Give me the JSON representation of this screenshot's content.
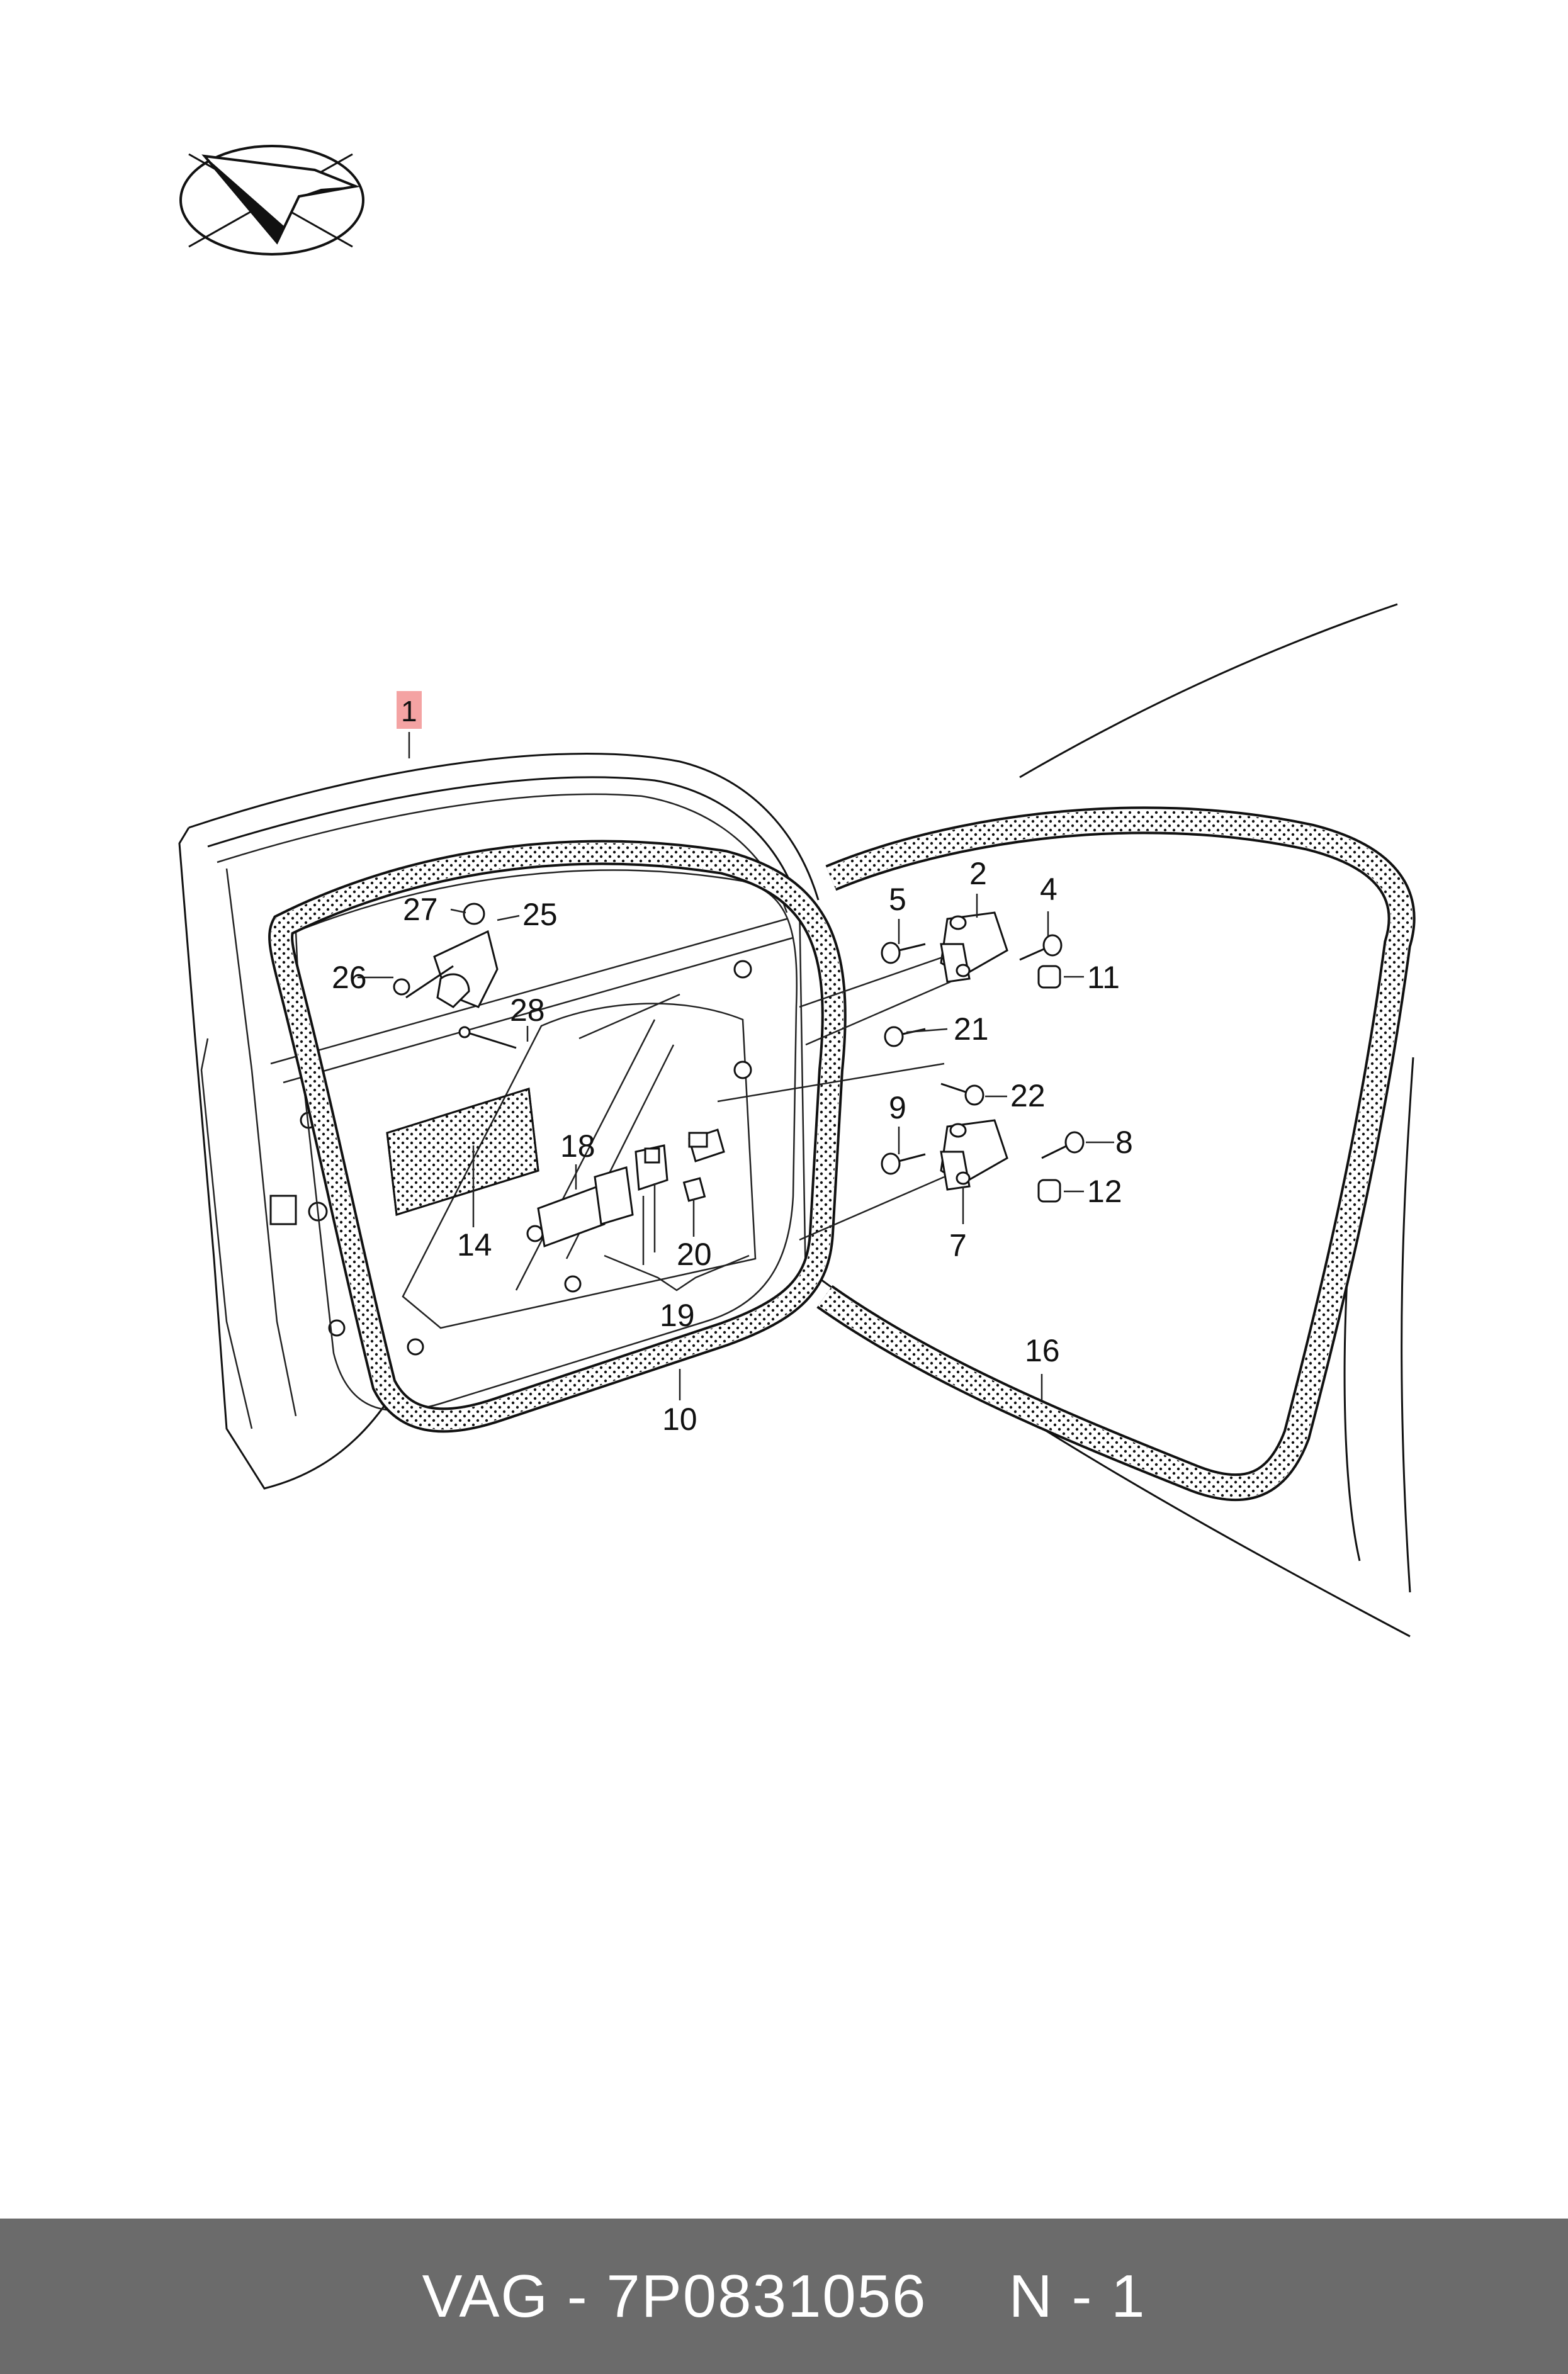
{
  "footer": {
    "brand_part": "VAG - 7P0831056",
    "page": "N - 1"
  },
  "logo": {
    "icon": "compass-arrow-logo-icon"
  },
  "highlight_color": "#f4a3a3",
  "callouts": [
    {
      "id": "1",
      "text": "1",
      "highlight": true
    },
    {
      "id": "2",
      "text": "2"
    },
    {
      "id": "4",
      "text": "4"
    },
    {
      "id": "5",
      "text": "5"
    },
    {
      "id": "7",
      "text": "7"
    },
    {
      "id": "8",
      "text": "8"
    },
    {
      "id": "9",
      "text": "9"
    },
    {
      "id": "10",
      "text": "10"
    },
    {
      "id": "11",
      "text": "11"
    },
    {
      "id": "12",
      "text": "12"
    },
    {
      "id": "14",
      "text": "14"
    },
    {
      "id": "16",
      "text": "16"
    },
    {
      "id": "18",
      "text": "18"
    },
    {
      "id": "19",
      "text": "19"
    },
    {
      "id": "20",
      "text": "20"
    },
    {
      "id": "21",
      "text": "21"
    },
    {
      "id": "22",
      "text": "22"
    },
    {
      "id": "25",
      "text": "25"
    },
    {
      "id": "26",
      "text": "26"
    },
    {
      "id": "27",
      "text": "27"
    },
    {
      "id": "28",
      "text": "28"
    }
  ]
}
